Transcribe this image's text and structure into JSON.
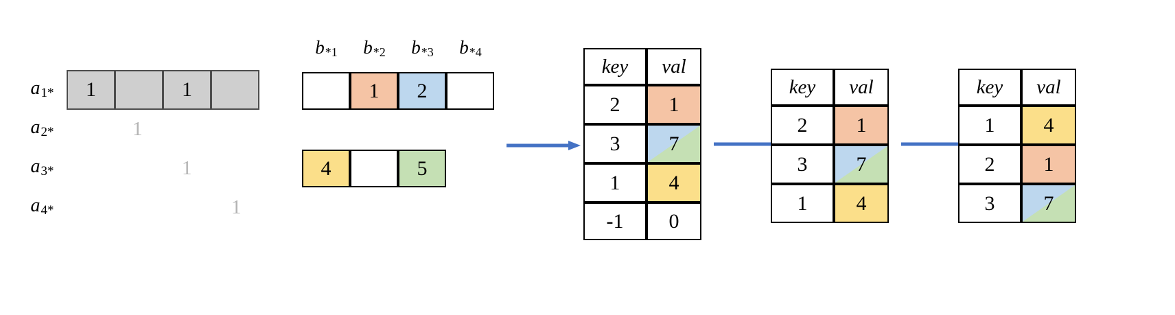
{
  "figure": {
    "title": "sparse matrix-vector multiply key-value accumulation diagram",
    "background": "#ffffff"
  },
  "colors": {
    "orange": "#f5c4a5",
    "blue": "#bdd7ee",
    "green": "#c5e0b4",
    "yellow": "#fbdf8a",
    "gray": "#cfcfcf",
    "white": "#ffffff",
    "arrow": "#4472c4",
    "ghost_text": "#b3b3b3",
    "border": "#000000"
  },
  "matrix_a": {
    "row_labels": [
      "a",
      "a",
      "a",
      "a"
    ],
    "row_label_subs": [
      "1*",
      "2*",
      "3*",
      "4*"
    ],
    "row1_cells": [
      {
        "value": "1",
        "fill": "gray"
      },
      {
        "value": "",
        "fill": "gray"
      },
      {
        "value": "1",
        "fill": "gray"
      },
      {
        "value": "",
        "fill": "gray"
      }
    ],
    "ghost_values": [
      {
        "text": "1",
        "row": 2,
        "col": 2
      },
      {
        "text": "1",
        "row": 3,
        "col": 3
      },
      {
        "text": "1",
        "row": 4,
        "col": 4
      }
    ]
  },
  "vector_b": {
    "headers": [
      {
        "base": "b",
        "sub": "*1"
      },
      {
        "base": "b",
        "sub": "*2"
      },
      {
        "base": "b",
        "sub": "*3"
      },
      {
        "base": "b",
        "sub": "*4"
      }
    ],
    "row1": [
      {
        "value": "",
        "fill": "white"
      },
      {
        "value": "1",
        "fill": "orange"
      },
      {
        "value": "2",
        "fill": "blue"
      },
      {
        "value": "",
        "fill": "white"
      }
    ],
    "row2": [
      {
        "value": "4",
        "fill": "yellow"
      },
      {
        "value": "",
        "fill": "white"
      },
      {
        "value": "5",
        "fill": "green"
      }
    ]
  },
  "tables": [
    {
      "name": "unsorted-accumulator-table",
      "headers": [
        "key",
        "val"
      ],
      "rows": [
        {
          "key": "2",
          "val": "1",
          "fill": "orange"
        },
        {
          "key": "3",
          "val": "7",
          "fill": "split-blue-green"
        },
        {
          "key": "1",
          "val": "4",
          "fill": "yellow"
        },
        {
          "key": "-1",
          "val": "0",
          "fill": "white"
        }
      ]
    },
    {
      "name": "compacted-table",
      "headers": [
        "key",
        "val"
      ],
      "rows": [
        {
          "key": "2",
          "val": "1",
          "fill": "orange"
        },
        {
          "key": "3",
          "val": "7",
          "fill": "split-blue-green"
        },
        {
          "key": "1",
          "val": "4",
          "fill": "yellow"
        }
      ]
    },
    {
      "name": "sorted-table",
      "headers": [
        "key",
        "val"
      ],
      "rows": [
        {
          "key": "1",
          "val": "4",
          "fill": "yellow"
        },
        {
          "key": "2",
          "val": "1",
          "fill": "orange"
        },
        {
          "key": "3",
          "val": "7",
          "fill": "split-blue-green"
        }
      ]
    }
  ],
  "arrows": [
    {
      "name": "arrow-b-to-table1"
    },
    {
      "name": "arrow-table1-to-table2"
    },
    {
      "name": "arrow-table2-to-table3"
    }
  ]
}
